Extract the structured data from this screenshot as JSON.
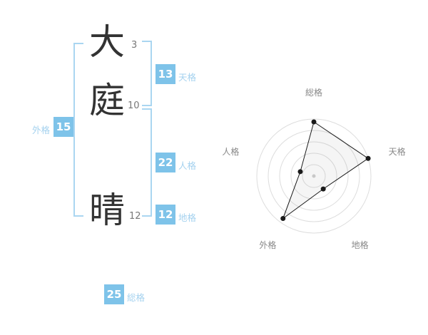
{
  "name": {
    "chars": [
      {
        "char": "大",
        "strokes": "3"
      },
      {
        "char": "庭",
        "strokes": "10"
      },
      {
        "char": "晴",
        "strokes": "12"
      }
    ]
  },
  "kaku": {
    "tenkaku": {
      "value": "13",
      "label": "天格"
    },
    "jinkaku": {
      "value": "22",
      "label": "人格"
    },
    "chikaku": {
      "value": "12",
      "label": "地格"
    },
    "gaikaku": {
      "value": "15",
      "label": "外格"
    },
    "soukaku": {
      "value": "25",
      "label": "総格"
    }
  },
  "colors": {
    "badge_bg": "#7ec3e9",
    "badge_text": "#ffffff",
    "kaku_label": "#a5d2ef",
    "bracket": "#aad6f1",
    "kanji": "#333333",
    "stroke_count": "#777777",
    "ring": "#dddddd",
    "axis_label": "#888888",
    "point": "#1a1a1a",
    "polygon_fill": "rgba(130,130,130,0.08)",
    "center_dot": "#c8c8c8"
  },
  "chart_data": {
    "type": "radar",
    "axes": [
      "総格",
      "天格",
      "地格",
      "外格",
      "人格"
    ],
    "values": [
      95,
      100,
      28,
      92,
      25
    ],
    "max": 100,
    "rings": 5,
    "grid": "circular",
    "legend": "none",
    "note_axis_source_values": {
      "総格": "25",
      "天格": "13",
      "地格": "12",
      "外格": "15",
      "人格": "22"
    }
  }
}
